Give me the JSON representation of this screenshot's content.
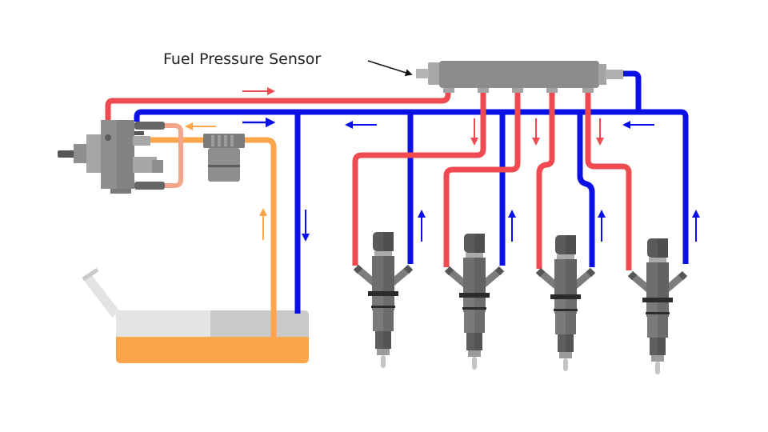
{
  "title": "Common Rail Diesel Fuel System",
  "labels": {
    "fuel_pressure_sensor": "Fuel Pressure Sensor"
  },
  "colors": {
    "high_pressure": "#ee4a4f",
    "return_line": "#0a10e6",
    "supply_line": "#fca54a",
    "pump_loop": "#f39a7a",
    "metal_dark": "#6e6e6e",
    "metal_mid": "#8a8a8a",
    "metal_light": "#b3b3b3",
    "tank_empty": "#e4e4e4",
    "tank_empty_dark": "#c9c9c9",
    "fuel": "#fca54a"
  },
  "components": {
    "high_pressure_pump": "high-pressure-pump",
    "fuel_filter": "fuel-filter",
    "fuel_tank": "fuel-tank",
    "common_rail": "common-rail",
    "pressure_sensor": "fuel-pressure-sensor",
    "injectors": [
      "injector-1",
      "injector-2",
      "injector-3",
      "injector-4"
    ]
  },
  "flow_arrows": [
    {
      "line": "high_pressure",
      "direction": "right",
      "location": "rail-feed-top"
    },
    {
      "line": "return_line",
      "direction": "right",
      "location": "return-left"
    },
    {
      "line": "supply_line",
      "direction": "left",
      "location": "filter-to-pump"
    },
    {
      "line": "supply_line",
      "direction": "up",
      "location": "tank-supply"
    },
    {
      "line": "return_line",
      "direction": "down",
      "location": "tank-return"
    },
    {
      "line": "return_line",
      "direction": "left",
      "location": "return-mid"
    },
    {
      "line": "return_line",
      "direction": "left",
      "location": "return-right"
    },
    {
      "line": "high_pressure",
      "direction": "down",
      "location": "rail-outlet-1"
    },
    {
      "line": "high_pressure",
      "direction": "down",
      "location": "rail-outlet-2"
    },
    {
      "line": "high_pressure",
      "direction": "down",
      "location": "rail-outlet-3"
    },
    {
      "line": "return_line",
      "direction": "up",
      "location": "injector-1-return"
    },
    {
      "line": "return_line",
      "direction": "up",
      "location": "injector-2-return"
    },
    {
      "line": "return_line",
      "direction": "up",
      "location": "injector-3-return"
    },
    {
      "line": "return_line",
      "direction": "up",
      "location": "injector-4-return"
    }
  ]
}
